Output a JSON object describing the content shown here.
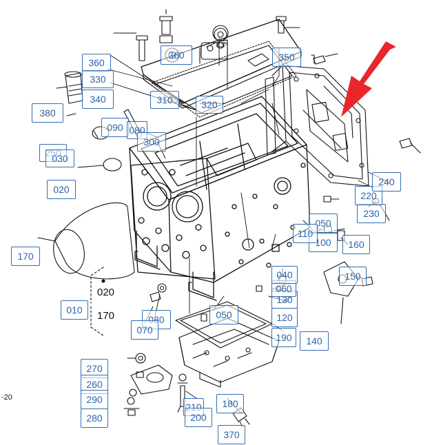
{
  "diagram": {
    "callouts": {
      "c360": "360",
      "c330": "330",
      "c340": "340",
      "c380": "380",
      "c310": "310",
      "c320": "320",
      "c090": "090",
      "c080a": "080",
      "c300": "300",
      "c250": "250",
      "c030": "030",
      "c020": "020",
      "c170": "170",
      "c010": "010",
      "c080b": "080",
      "c070": "070",
      "c270": "270",
      "c260": "260",
      "c290": "290",
      "c280": "280",
      "c210": "210",
      "c200": "200",
      "c180": "180",
      "c370": "370",
      "c050a": "050",
      "c190": "190",
      "c140": "140",
      "c120": "120",
      "c130": "130",
      "c060": "060",
      "c040": "040",
      "c150": "150",
      "c160": "160",
      "c100": "100",
      "c050b": "050",
      "c110": "110",
      "c230": "230",
      "c220": "220",
      "c240": "240",
      "c350": "350",
      "c360b": "360"
    },
    "range_label": {
      "from": "020",
      "to": "170"
    },
    "page_marker": "-20",
    "arrow_color": "#e8262b",
    "callout_color": "#2f6db5",
    "line_color": "#111111"
  }
}
